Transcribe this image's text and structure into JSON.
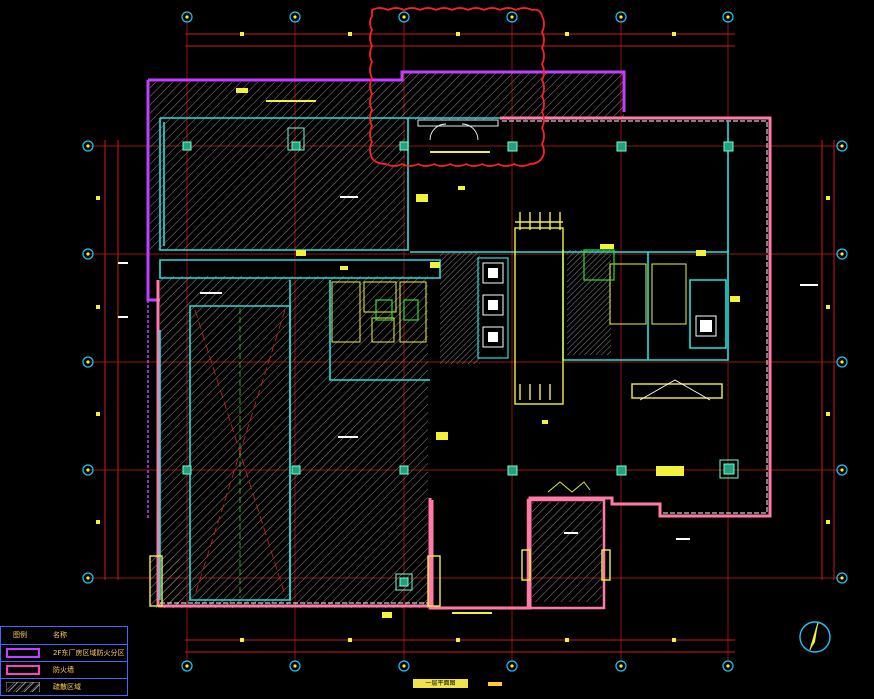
{
  "colors": {
    "background": "#000000",
    "grid_line": "#d01818",
    "axis_bubble": "#18c8ff",
    "wall_cyan": "#22e0e0",
    "wall_white": "#ffffff",
    "wall_yellow": "#f2f23a",
    "boundary_purple": "#c040ff",
    "boundary_pink": "#ff7aa8",
    "revision_cloud": "#ff2020",
    "hatch": "#9a9a9a",
    "column": "#22c8a0",
    "legend_border": "#3b6cff",
    "legend_text": "#ffd24a",
    "title_bar": "#f0e24a"
  },
  "legend": {
    "header": [
      "图例",
      "名称"
    ],
    "rows": [
      {
        "swatch": "purple",
        "text": "2F东厂房区域防火分区"
      },
      {
        "swatch": "magenta",
        "text": "防火墙"
      },
      {
        "swatch": "hatch",
        "text": "疏散区域"
      }
    ]
  },
  "title_block": {
    "text": "一层平面图"
  },
  "icons": [
    "north-arrow-icon"
  ]
}
